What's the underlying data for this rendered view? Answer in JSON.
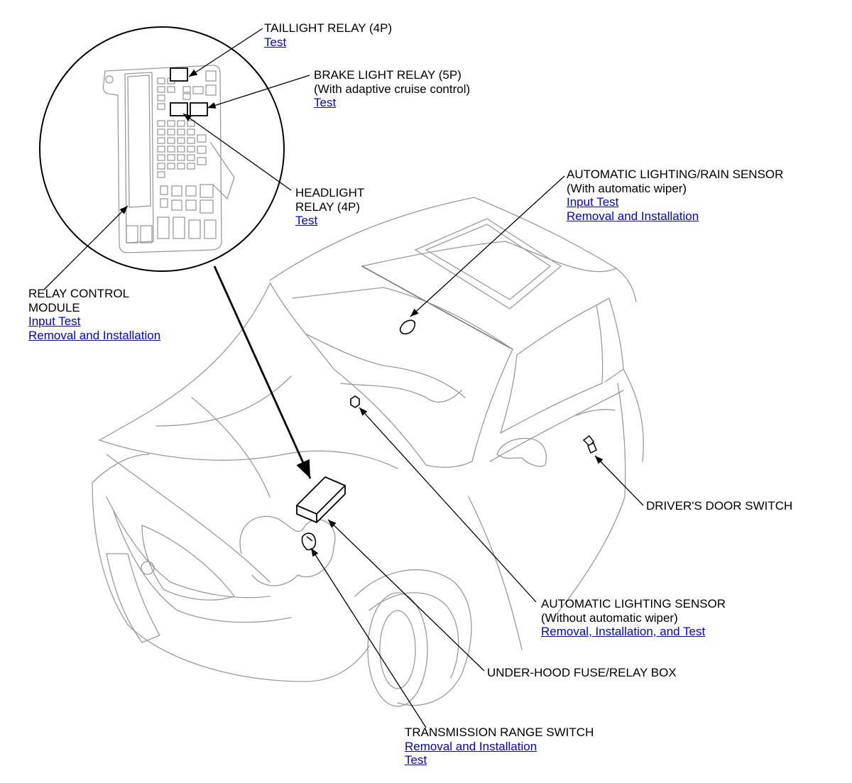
{
  "callouts": {
    "taillight": {
      "title": "TAILLIGHT RELAY (4P)",
      "links": [
        "Test"
      ]
    },
    "brake_light": {
      "title": "BRAKE LIGHT RELAY (5P)",
      "note": "(With adaptive cruise control)",
      "links": [
        "Test"
      ]
    },
    "headlight": {
      "title_line1": "HEADLIGHT",
      "title_line2": "RELAY (4P)",
      "links": [
        "Test"
      ]
    },
    "relay_control": {
      "title_line1": "RELAY CONTROL",
      "title_line2": "MODULE",
      "links": [
        "Input Test",
        "Removal and Installation"
      ]
    },
    "rain_sensor": {
      "title": "AUTOMATIC LIGHTING/RAIN SENSOR",
      "note": "(With automatic wiper)",
      "links": [
        "Input Test",
        "Removal and Installation"
      ]
    },
    "door_switch": {
      "title": "DRIVER'S DOOR SWITCH"
    },
    "light_sensor": {
      "title": "AUTOMATIC LIGHTING SENSOR",
      "note": "(Without automatic wiper)",
      "links": [
        "Removal, Installation, and Test"
      ]
    },
    "fuse_box": {
      "title": "UNDER-HOOD FUSE/RELAY BOX"
    },
    "trans_switch": {
      "title": "TRANSMISSION RANGE SWITCH",
      "links": [
        "Removal and Installation",
        "Test"
      ]
    }
  },
  "colors": {
    "link": "#0000ee",
    "line": "#000000",
    "sketch": "#9a9a9a"
  }
}
